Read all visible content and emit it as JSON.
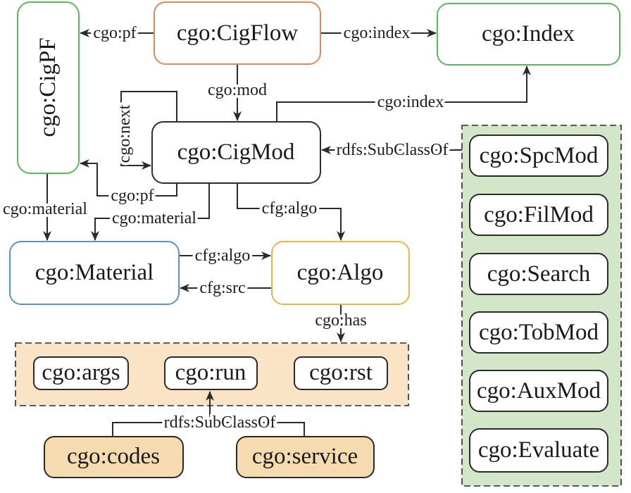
{
  "nodes": {
    "cigflow": "cgo:CigFlow",
    "cigpf": "cgo:CigPF",
    "index": "cgo:Index",
    "cigmod": "cgo:CigMod",
    "material": "cgo:Material",
    "algo": "cgo:Algo",
    "args": "cgo:args",
    "run": "cgo:run",
    "rst": "cgo:rst",
    "codes": "cgo:codes",
    "service": "cgo:service"
  },
  "module_subclasses": [
    "cgo:SpcMod",
    "cgo:FilMod",
    "cgo:Search",
    "cgo:TobMod",
    "cgo:AuxMod",
    "cgo:Evaluate"
  ],
  "edges": {
    "cigflow_pf": "cgo:pf",
    "cigflow_index": "cgo:index",
    "cigflow_mod": "cgo:mod",
    "cigmod_index": "cgo:index",
    "cigmod_next": "cgo:next",
    "module_subclassof": "rdfs:SubClassOf",
    "cigmod_pf": "cgo:pf",
    "cigpf_material": "cgo:material",
    "cigmod_material": "cgo:material",
    "cigmod_algo": "cfg:algo",
    "material_algo": "cfg:algo",
    "algo_src": "cfg:src",
    "algo_has": "cgo:has",
    "impl_subclassof": "rdfs:SubClassOf"
  },
  "colors": {
    "cigflow": "#e0895a",
    "cigpf": "#5cb85c",
    "index": "#5cb85c",
    "cigmod": "#2b2b45",
    "material": "#5b92c8",
    "algo": "#eab54a",
    "impl_panel_fill": "#fae4c5",
    "impl_class_fill": "#f6dbb1",
    "module_panel_fill": "#d3e6c8"
  }
}
